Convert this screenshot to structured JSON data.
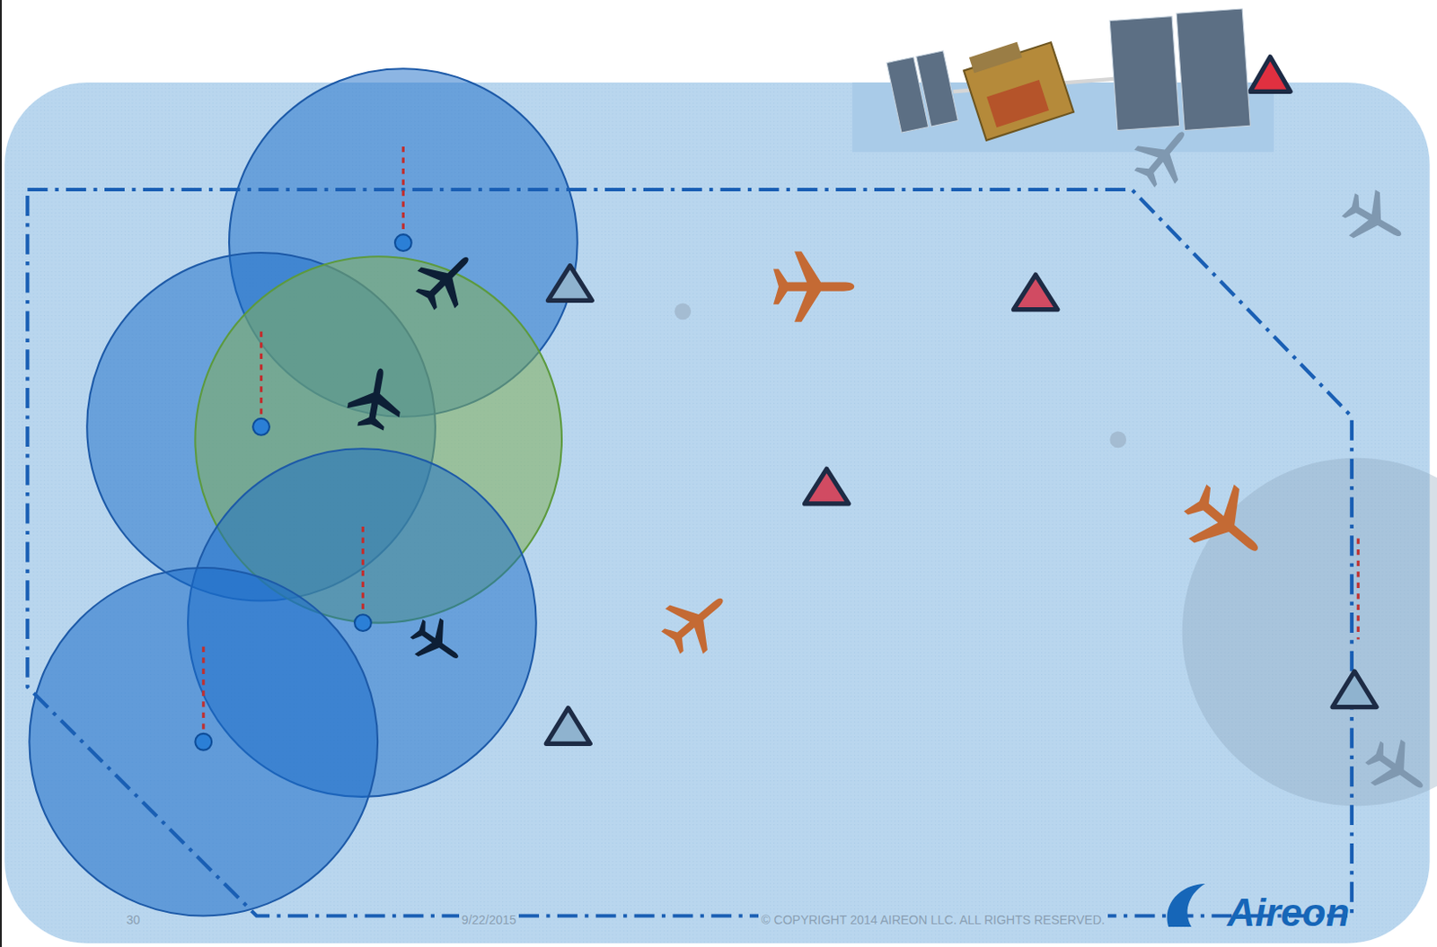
{
  "diagram": {
    "labels": [
      "30",
      "9/22/2015",
      "© COPYRIGHT 2014 AIREON LLC. ALL RIGHTS RESERVED.",
      "Aireon"
    ]
  }
}
